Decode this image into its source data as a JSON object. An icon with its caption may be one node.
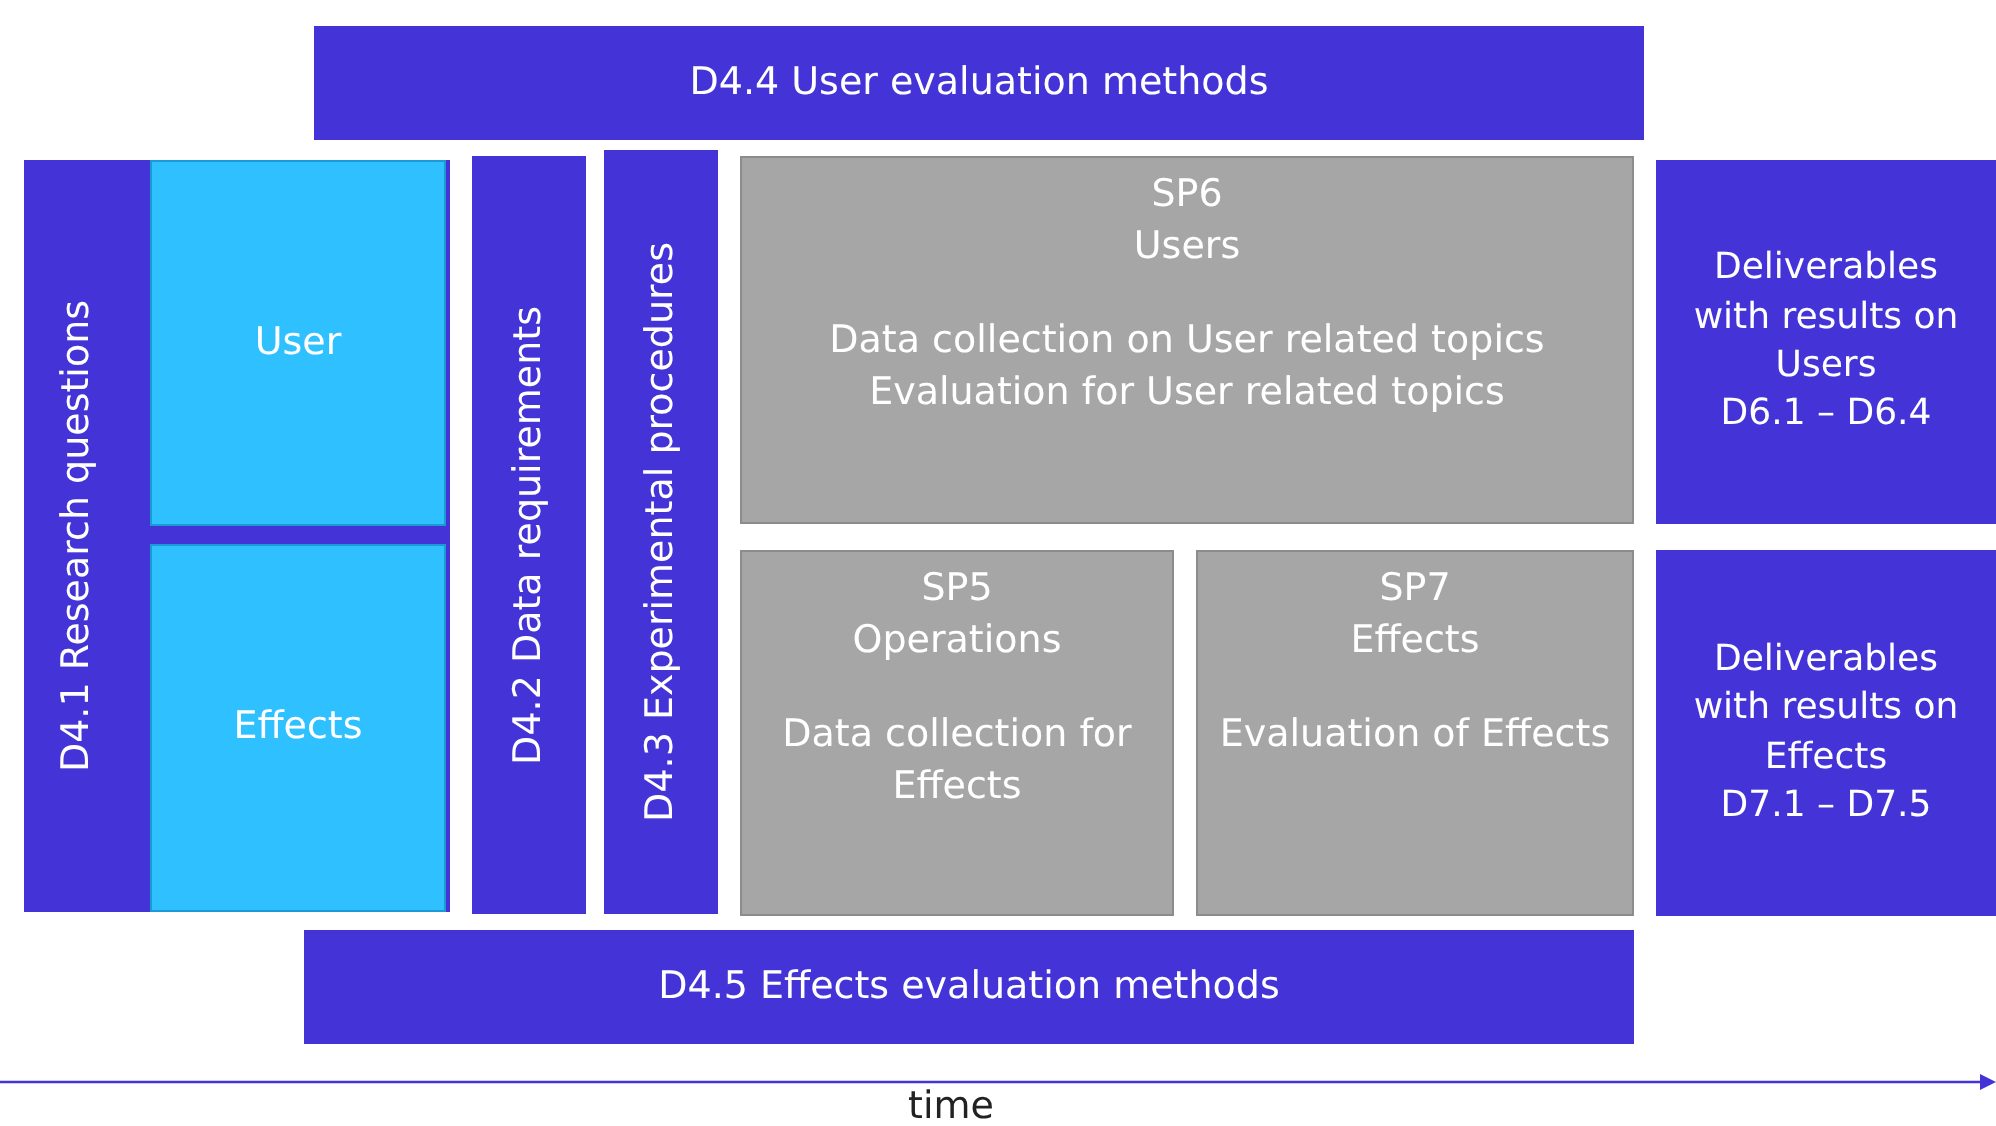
{
  "diagram": {
    "nodes": [
      {
        "text": [
          "D4.4 User evaluation methods"
        ]
      },
      {
        "text": [
          "D4.1 Research questions"
        ]
      },
      {
        "text": [
          "User"
        ],
        "in": 1
      },
      {
        "text": [
          "Effects"
        ],
        "in": 1
      },
      {
        "text": [
          "D4.2 Data requirements"
        ]
      },
      {
        "text": [
          "D4.3 Experimental procedures"
        ]
      },
      {
        "text": [
          "SP6",
          "Users",
          "Data collection on User related topics",
          "Evaluation for User related topics"
        ]
      },
      {
        "text": [
          "SP5",
          "Operations",
          "Data collection for Effects"
        ]
      },
      {
        "text": [
          "SP7",
          "Effects",
          "Evaluation of Effects"
        ]
      },
      {
        "text": [
          "Deliverables with results on Users",
          "D6.1 – D6.4"
        ]
      },
      {
        "text": [
          "Deliverables with results on Effects",
          "D7.1 – D7.5"
        ]
      },
      {
        "text": [
          "D4.5 Effects evaluation methods"
        ]
      }
    ],
    "labels": [
      "time"
    ]
  }
}
